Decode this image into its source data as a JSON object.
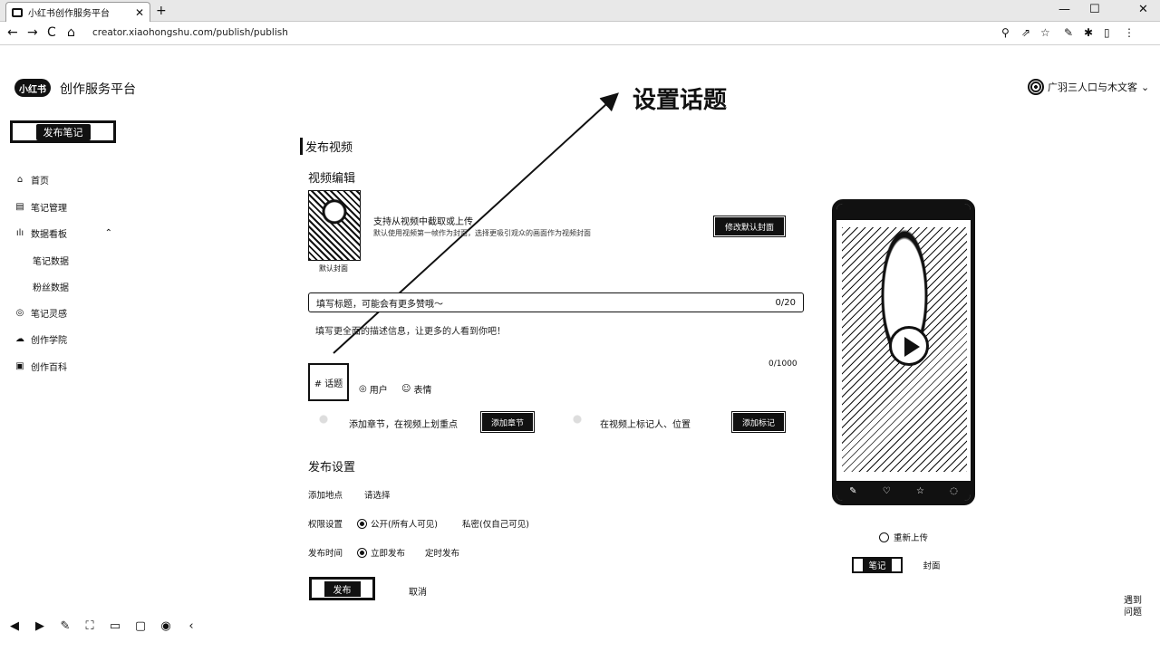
{
  "browser": {
    "tab_title": "小红书创作服务平台",
    "tab_close": "✕",
    "new_tab": "+",
    "url": "creator.xiaohongshu.com/publish/publish",
    "nav": [
      "←",
      "→",
      "C",
      "⌂"
    ],
    "window_controls": [
      "—",
      "☐",
      "✕"
    ],
    "extensions": [
      "⚲",
      "⇗",
      "☆",
      "✎",
      "✱",
      "▯",
      "⋮"
    ]
  },
  "header": {
    "logo_badge": "小红书",
    "logo_text": "创作服务平台",
    "user_name": "广羽三人口与木文客",
    "user_chevron": "⌄"
  },
  "annotation": {
    "title": "设置话题"
  },
  "sidebar": {
    "publish_button": "发布笔记",
    "items": [
      {
        "icon": "⌂",
        "label": "首页"
      },
      {
        "icon": "▤",
        "label": "笔记管理"
      },
      {
        "icon": "ılı",
        "label": "数据看板",
        "chevron": "⌃"
      },
      {
        "label": "笔记数据"
      },
      {
        "label": "粉丝数据"
      },
      {
        "icon": "◎",
        "label": "笔记灵感"
      },
      {
        "icon": "☁",
        "label": "创作学院"
      },
      {
        "icon": "▣",
        "label": "创作百科"
      }
    ]
  },
  "main": {
    "section_title": "发布视频",
    "video_edit_title": "视频编辑",
    "cover_label": "默认封面",
    "cover_desc": "支持从视频中截取或上传",
    "cover_subdesc": "默认使用视频第一帧作为封面，选择更吸引观众的画面作为视频封面",
    "edit_cover_button": "修改默认封面",
    "title_placeholder": "填写标题，可能会有更多赞哦～",
    "title_count": "0/20",
    "desc_hint": "填写更全面的描述信息，让更多的人看到你吧！",
    "desc_count": "0/1000",
    "topic_button": "# 话题",
    "tags": [
      {
        "icon": "◎",
        "label": "用户"
      },
      {
        "icon": "☺",
        "label": "表情"
      }
    ],
    "chapter_text": "添加章节，在视频上划重点",
    "chapter_button": "添加章节",
    "mark_text": "在视频上标记人、位置",
    "mark_button": "添加标记"
  },
  "publish_settings": {
    "title": "发布设置",
    "location_label": "添加地点",
    "location_value": "请选择",
    "permission_label": "权限设置",
    "permission_options": [
      "公开(所有人可见)",
      "私密(仅自己可见)"
    ],
    "time_label": "发布时间",
    "time_options": [
      "立即发布",
      "定时发布"
    ],
    "submit_button": "发布",
    "cancel_button": "取消"
  },
  "preview": {
    "reupload": "重新上传",
    "tabs": [
      "笔记",
      "封面"
    ]
  },
  "help": {
    "line1": "遇到",
    "line2": "问题"
  },
  "bottom_toolbar": [
    "◀",
    "▶",
    "✎",
    "⛶",
    "▭",
    "▢",
    "◉",
    "‹"
  ]
}
